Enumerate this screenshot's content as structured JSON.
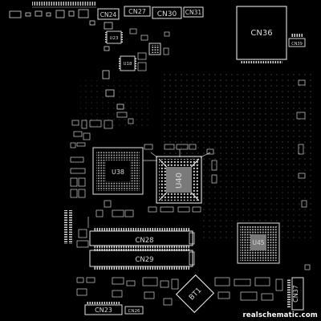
{
  "labels": {
    "cn24": "CN24",
    "cn27": "CN27",
    "cn30": "CN30",
    "cn31": "CN31",
    "cn36": "CN36",
    "cn39": "CN39",
    "u23": "U23",
    "u18": "U18",
    "u38": "U38",
    "u40": "U40",
    "u45": "U45",
    "cn28": "CN28",
    "cn29": "CN29",
    "bt1": "BT1",
    "cn23": "CN23",
    "cn26": "CN26",
    "cn37": "CN37"
  },
  "watermark": "realschematic.com",
  "colors": {
    "background": "#000000",
    "outline": "#e6e6e6",
    "trace": "#cfcfcf",
    "label": "#d9d9d9",
    "chip_fill": "#7a7a7a"
  }
}
